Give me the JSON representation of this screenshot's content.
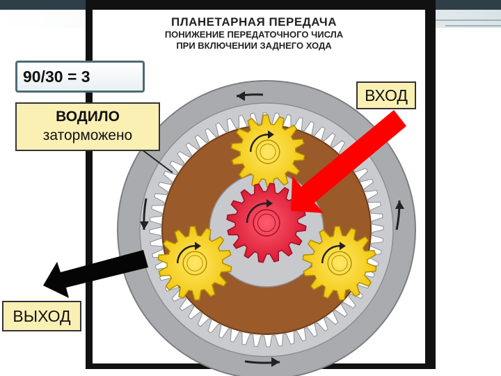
{
  "title": {
    "main": "ПЛАНЕТАРНАЯ ПЕРЕДАЧА",
    "sub_line1": "ПОНИЖЕНИЕ ПЕРЕДАТОЧНОГО ЧИСЛА",
    "sub_line2": "ПРИ ВКЛЮЧЕНИИ ЗАДНЕГО ХОДА"
  },
  "ratio_formula": "90/30 = 3",
  "carrier_label": {
    "title": "ВОДИЛО",
    "state": "заторможено"
  },
  "input_label": "ВХОД",
  "output_label": "ВЫХОД",
  "colors": {
    "ring_gear": "#a7a9ad",
    "carrier": "#9a5a2a",
    "sun_gear": "#e4243f",
    "planet_gear": "#f6d215",
    "input_arrow": "#ff0000",
    "output_arrow": "#000000",
    "label_fill": "#fbf0b4",
    "frame": "#111111"
  },
  "icons": {
    "input_arrow": "arrow-down-left-icon",
    "output_arrow": "arrow-down-left-icon",
    "rotation_arrows": "rotation-arrow-icon"
  }
}
